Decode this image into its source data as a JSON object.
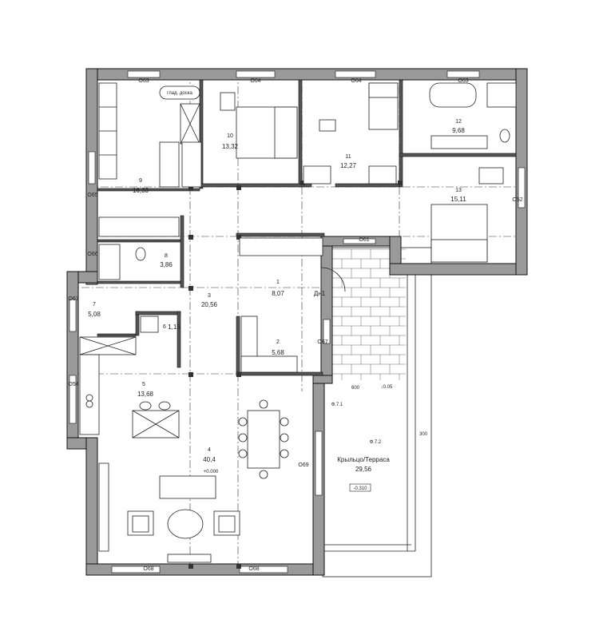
{
  "rooms": [
    {
      "id": "1",
      "number": "1",
      "area": "8,07"
    },
    {
      "id": "2",
      "number": "2",
      "area": "5,68"
    },
    {
      "id": "3",
      "number": "3",
      "area": "20,56"
    },
    {
      "id": "4",
      "number": "4",
      "area": "40,4"
    },
    {
      "id": "5",
      "number": "5",
      "area": "13,68"
    },
    {
      "id": "6",
      "number": "6",
      "area": "1,15"
    },
    {
      "id": "7",
      "number": "7",
      "area": "5,08"
    },
    {
      "id": "8",
      "number": "8",
      "area": "3,86"
    },
    {
      "id": "9",
      "number": "9",
      "area": "16,33"
    },
    {
      "id": "10",
      "number": "10",
      "area": "13,32"
    },
    {
      "id": "11",
      "number": "11",
      "area": "12,27"
    },
    {
      "id": "12",
      "number": "12",
      "area": "9,68"
    },
    {
      "id": "13",
      "number": "13",
      "area": "15,11"
    }
  ],
  "terrace": {
    "label": "Крыльцо/Терраса",
    "area": "29,56"
  },
  "windows": [
    "О63",
    "О64",
    "О64",
    "О63",
    "О65",
    "О52",
    "О61",
    "О66",
    "О67",
    "О67",
    "О54",
    "О69",
    "О68",
    "О68"
  ],
  "door_label": "Дн1",
  "ironing_label": "глад. доска",
  "level_mark": "+0.000",
  "terrace_marks": {
    "dim_600": "600",
    "dim_300": "300",
    "slope_1": "↓0.05",
    "slope_2": "Ф.7.2",
    "slope_3": "Ф.7.1",
    "mark_box": "-0.310"
  }
}
